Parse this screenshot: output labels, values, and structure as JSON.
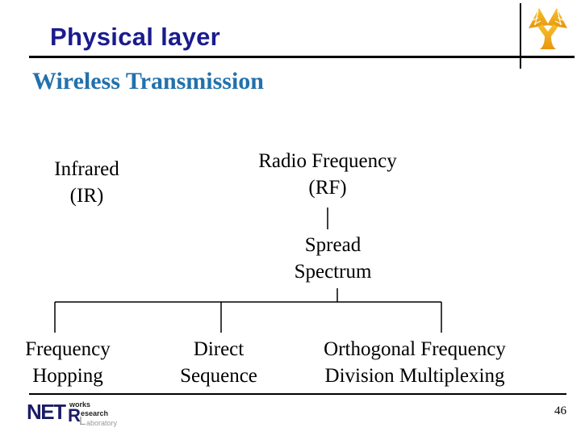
{
  "header": {
    "title": "Physical layer",
    "logo_icon": "university-tree-icon"
  },
  "subtitle": "Wireless Transmission",
  "diagram": {
    "infrared": {
      "line1": "Infrared",
      "line2": "(IR)"
    },
    "radio_frequency": {
      "line1": "Radio Frequency",
      "line2": "(RF)"
    },
    "spread_spectrum": {
      "line1": "Spread",
      "line2": "Spectrum"
    },
    "frequency_hopping": {
      "line1": "Frequency",
      "line2": "Hopping"
    },
    "direct_sequence": {
      "line1": "Direct",
      "line2": "Sequence"
    },
    "ofdm": {
      "line1": "Orthogonal Frequency",
      "line2": "Division Multiplexing"
    }
  },
  "footer": {
    "logo": {
      "net": "NET",
      "works": "works",
      "r": "R",
      "esearch": "esearch",
      "l": "L",
      "aboratory": "aboratory"
    },
    "page_number": "46"
  },
  "colors": {
    "title_navy": "#1b1b8e",
    "subtitle_blue": "#2271ac",
    "diagram_text": "#000000",
    "line_black": "#000000",
    "logo_gold_light": "#f6c12d",
    "logo_gold_dark": "#e8960e",
    "netr_navy": "#1c1c66",
    "netr_gray": "#999999"
  }
}
